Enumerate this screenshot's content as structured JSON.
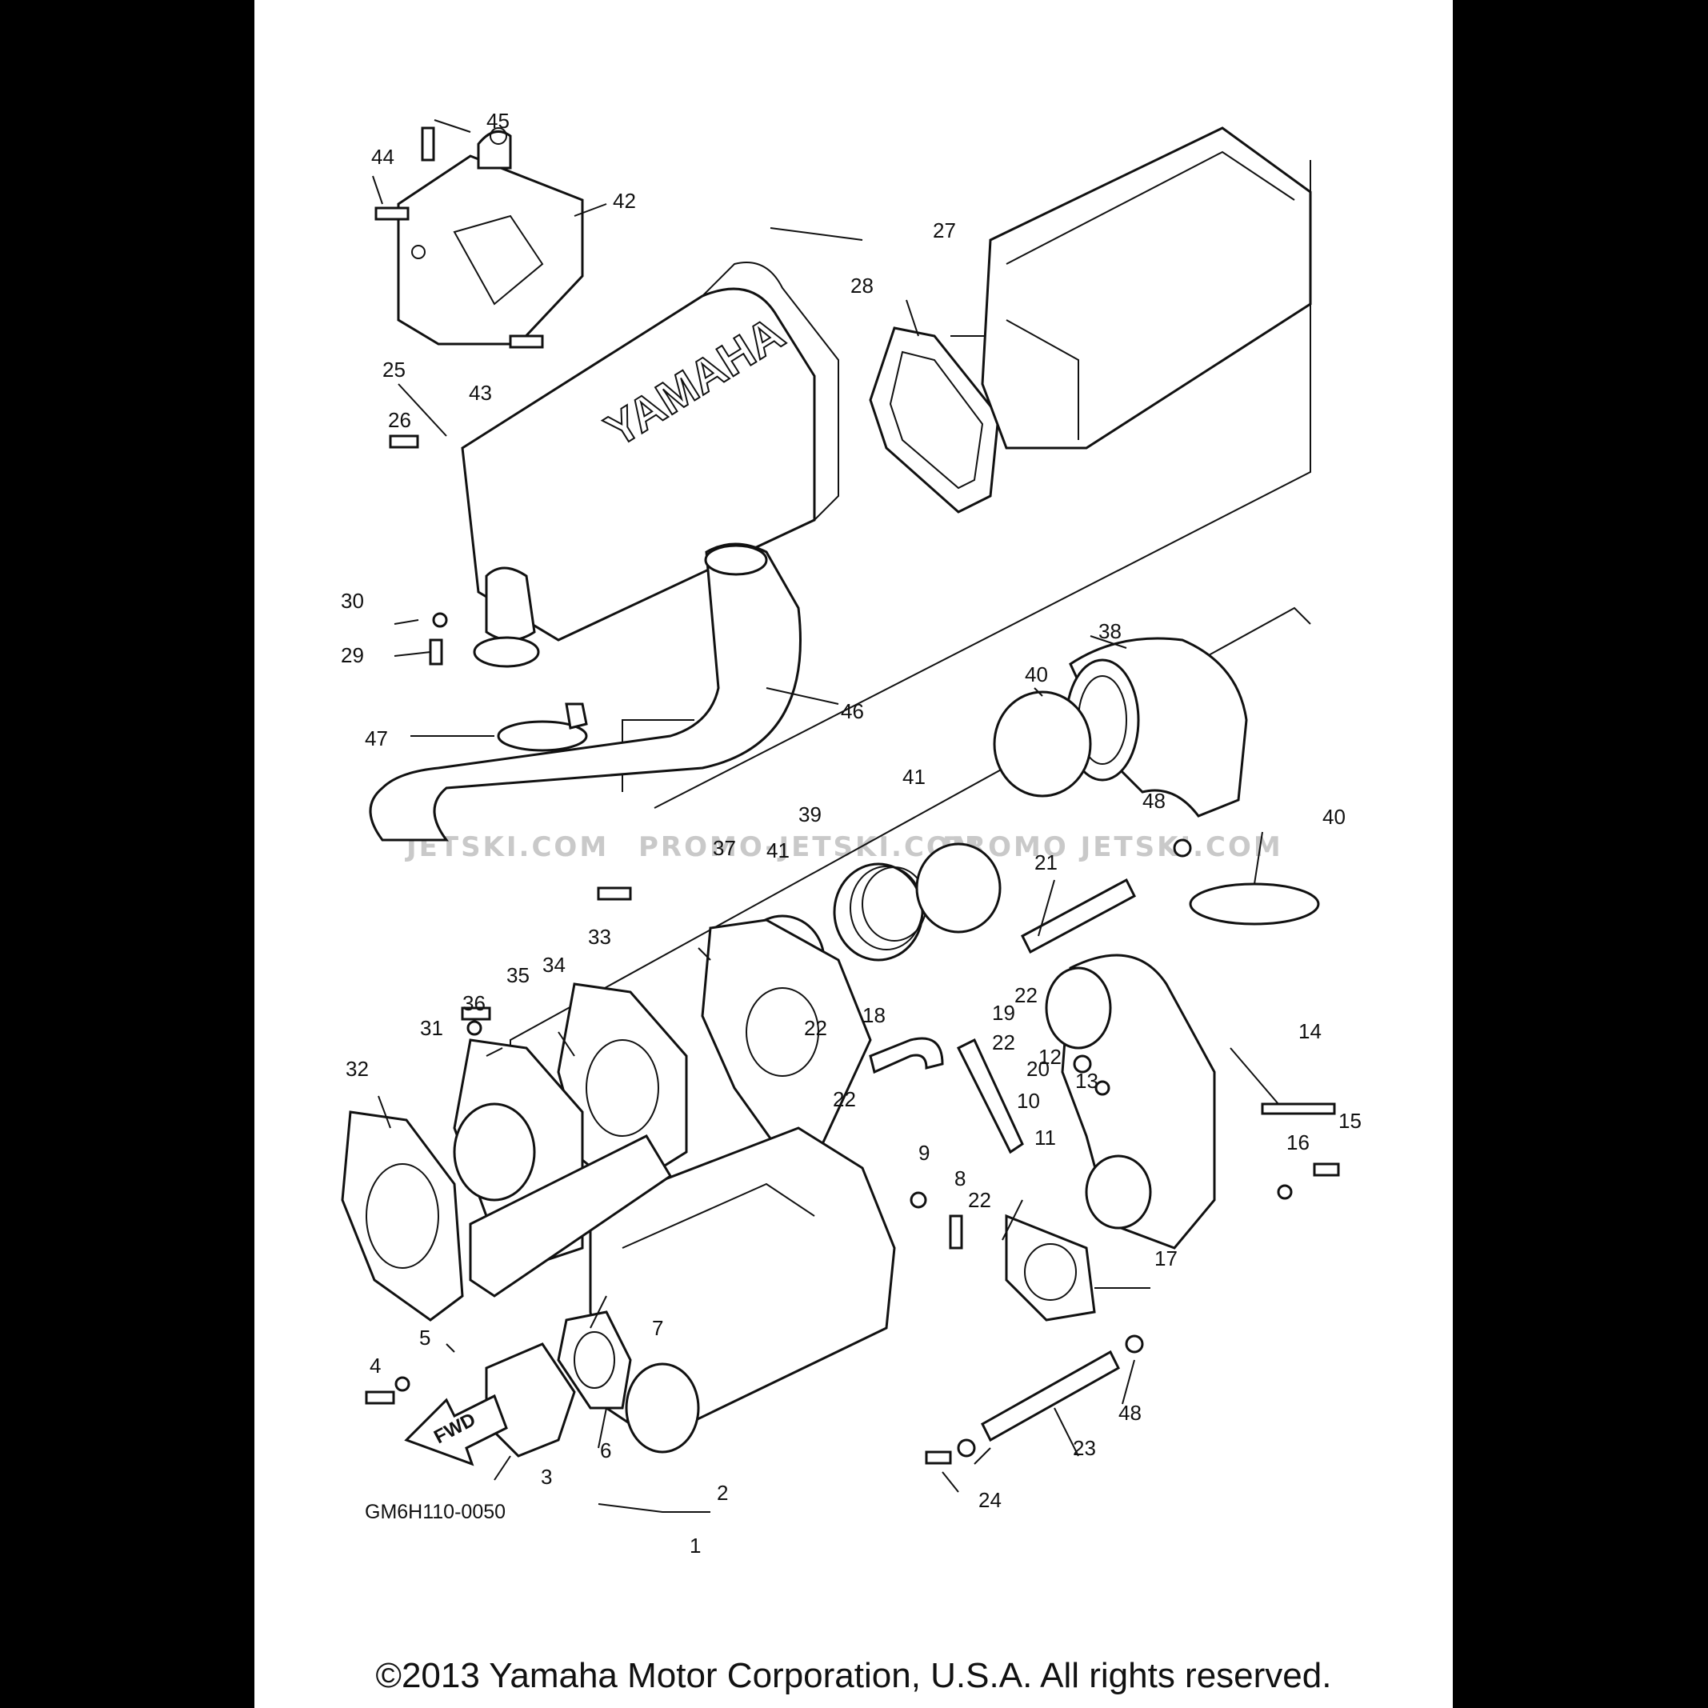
{
  "diagram": {
    "code": "GM6H110-0050",
    "brand_text": "YAMAHA",
    "direction_label": "FWD",
    "copyright": "©2013 Yamaha Motor Corporation, U.S.A. All rights reserved.",
    "watermarks": [
      "JETSKI.COM",
      "PROMO-JETSKI.COM",
      "PROMO JETSKI.COM"
    ],
    "callouts": [
      "1",
      "2",
      "3",
      "4",
      "5",
      "6",
      "7",
      "8",
      "9",
      "10",
      "11",
      "12",
      "13",
      "14",
      "15",
      "16",
      "17",
      "18",
      "19",
      "20",
      "21",
      "22",
      "22",
      "22",
      "22",
      "22",
      "23",
      "24",
      "25",
      "26",
      "27",
      "28",
      "29",
      "30",
      "31",
      "32",
      "33",
      "34",
      "35",
      "36",
      "37",
      "38",
      "39",
      "40",
      "40",
      "41",
      "41",
      "42",
      "43",
      "44",
      "45",
      "46",
      "47",
      "48",
      "48"
    ]
  }
}
